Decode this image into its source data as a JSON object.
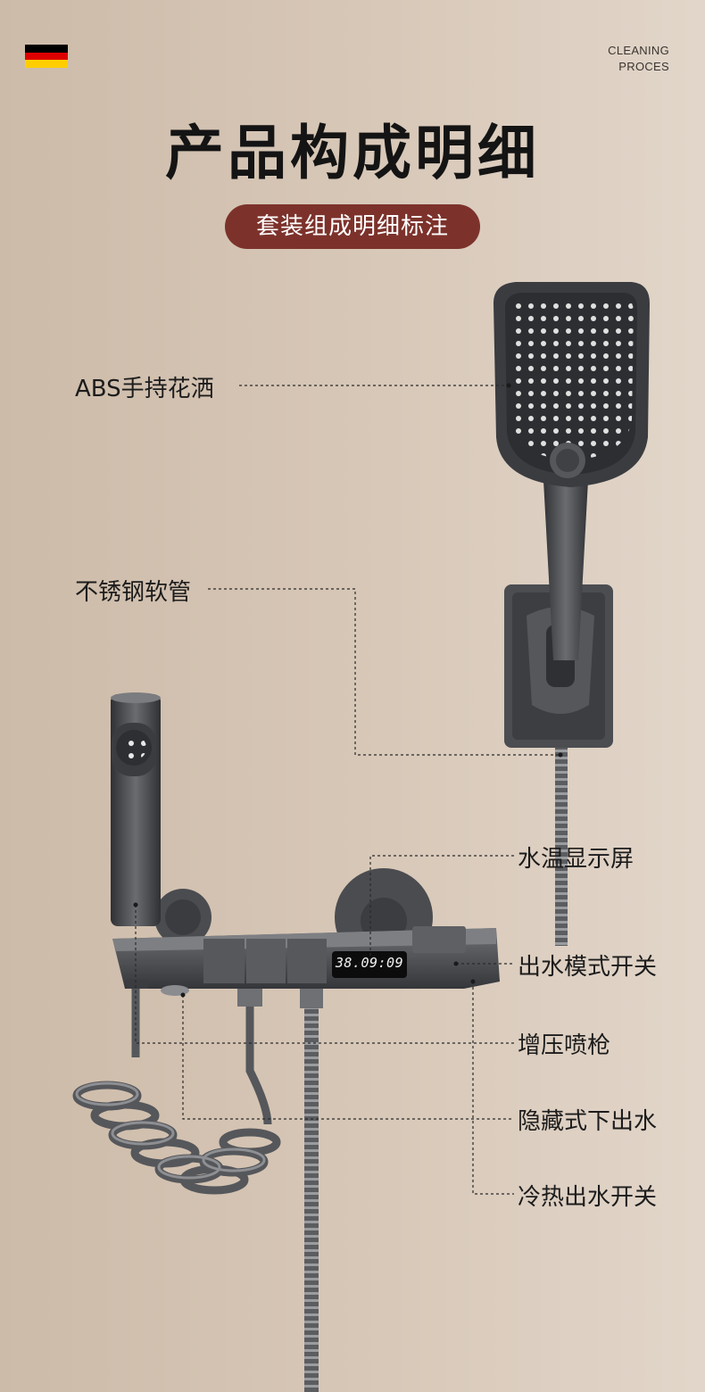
{
  "header": {
    "brand_line1": "CLEANING",
    "brand_line2": "PROCES",
    "title": "产品构成明细",
    "subtitle": "套装组成明细标注"
  },
  "flag": {
    "colors": [
      "#000000",
      "#dd0000",
      "#ffce00"
    ]
  },
  "display": {
    "readout": "38.09:09"
  },
  "callouts": {
    "handheld_shower": "ABS手持花洒",
    "steel_hose": "不锈钢软管",
    "temp_display": "水温显示屏",
    "mode_switch": "出水模式开关",
    "spray_gun": "增压喷枪",
    "hidden_outlet": "隐藏式下出水",
    "hot_cold_switch": "冷热出水开关"
  },
  "colors": {
    "accent_pill": "#7c322b",
    "product_gunmetal": "#4a4c50"
  }
}
